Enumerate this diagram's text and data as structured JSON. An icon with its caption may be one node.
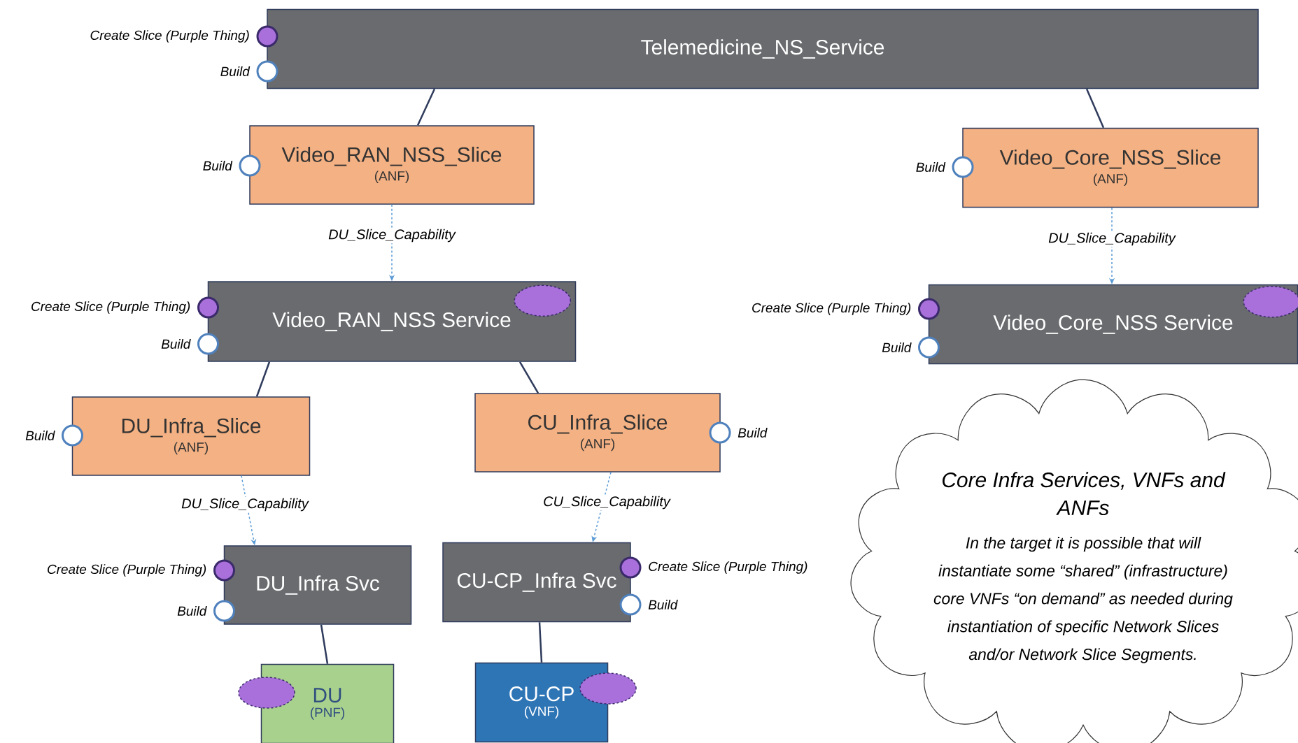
{
  "diagram": {
    "nodes": [
      {
        "text": [
          "Telemedicine_NS_Service"
        ],
        "beside": [
          "Create Slice (Purple Thing)",
          "Build"
        ]
      },
      {
        "text": [
          "Video_RAN_NSS_Slice",
          "(ANF)"
        ],
        "beside": [
          "Build"
        ]
      },
      {
        "text": [
          "Video_Core_NSS_Slice",
          "(ANF)"
        ],
        "beside": [
          "Build"
        ]
      },
      {
        "text": [
          "Video_RAN_NSS Service"
        ],
        "beside": [
          "Create Slice (Purple Thing)",
          "Build"
        ]
      },
      {
        "text": [
          "Video_Core_NSS Service"
        ],
        "beside": [
          "Create Slice (Purple Thing)",
          "Build"
        ]
      },
      {
        "text": [
          "DU_Infra_Slice",
          "(ANF)"
        ],
        "beside": [
          "Build"
        ]
      },
      {
        "text": [
          "CU_Infra_Slice",
          "(ANF)"
        ],
        "beside": [
          "Build"
        ]
      },
      {
        "text": [
          "DU_Infra Svc"
        ],
        "beside": [
          "Create Slice (Purple Thing)",
          "Build"
        ]
      },
      {
        "text": [
          "CU-CP_Infra Svc"
        ],
        "beside": [
          "Create Slice (Purple Thing)",
          "Build"
        ]
      },
      {
        "text": [
          "DU",
          "(PNF)"
        ]
      },
      {
        "text": [
          "CU-CP",
          "(VNF)"
        ]
      },
      {
        "text": [
          "Core Infra Services, VNFs and ANFs",
          "In the target it is possible that will instantiate some “shared” (infrastructure) core VNFs “on demand” as needed during instantiation of specific Network Slices and/or Network Slice Segments."
        ]
      },
      {
        "text": [],
        "shape": "ellipse",
        "in": 3
      },
      {
        "text": [],
        "shape": "ellipse",
        "in": 4
      },
      {
        "text": [],
        "shape": "ellipse"
      },
      {
        "text": [],
        "shape": "ellipse"
      }
    ],
    "edges": [
      {
        "from": 0,
        "to": 1,
        "arrow": "none"
      },
      {
        "from": 0,
        "to": 2,
        "arrow": "none"
      },
      {
        "from": 1,
        "to": 3,
        "arrow": "to",
        "label": "DU_Slice_Capability",
        "style": "dashed",
        "color": "#5b9bd5"
      },
      {
        "from": 2,
        "to": 4,
        "arrow": "to",
        "label": "DU_Slice_Capability",
        "style": "dashed",
        "color": "#5b9bd5"
      },
      {
        "from": 3,
        "to": 5,
        "arrow": "none"
      },
      {
        "from": 3,
        "to": 6,
        "arrow": "none"
      },
      {
        "from": 5,
        "to": 7,
        "arrow": "to",
        "label": "DU_Slice_Capability",
        "style": "dashed",
        "color": "#5b9bd5"
      },
      {
        "from": 6,
        "to": 8,
        "arrow": "to",
        "label": "CU_Slice_Capability",
        "style": "dashed",
        "color": "#5b9bd5"
      },
      {
        "from": 7,
        "to": 9,
        "arrow": "none"
      },
      {
        "from": 8,
        "to": 10,
        "arrow": "none"
      }
    ]
  }
}
